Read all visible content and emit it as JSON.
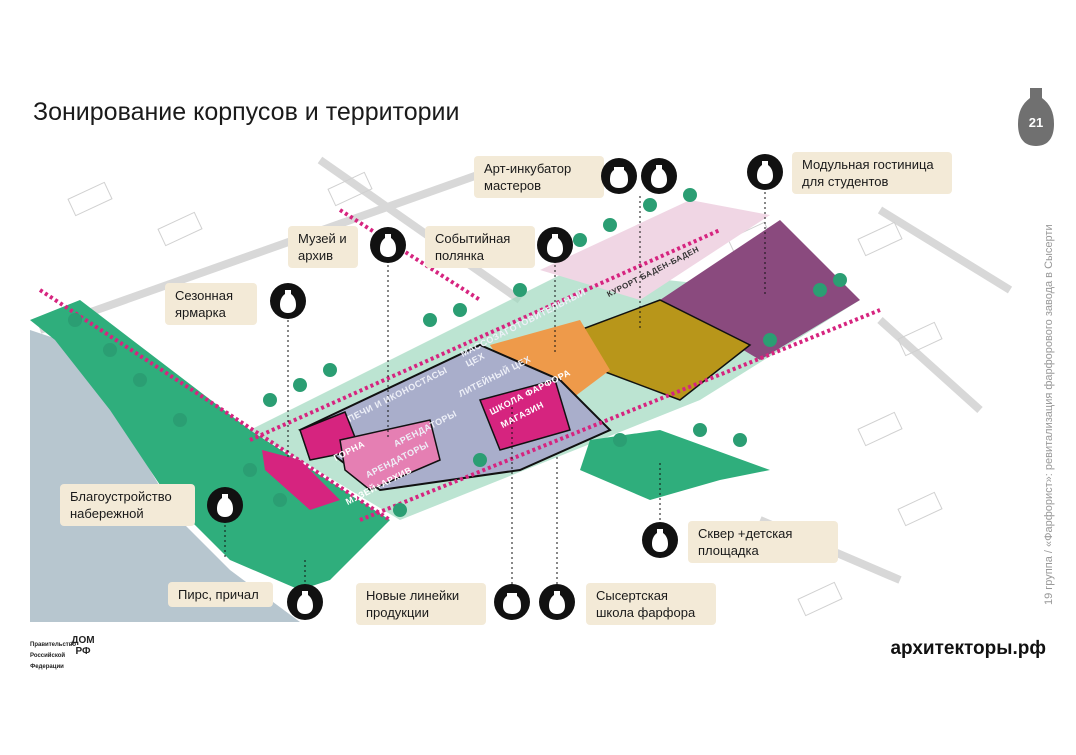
{
  "title": "Зонирование корпусов и территории",
  "page_number": "21",
  "side_caption": "19 группа / «Фарфорист»: ревитализация фарфорового завода в Сысерти",
  "website": "архитекторы.рф",
  "logos": {
    "gov": "Правительство Российской Федерации",
    "dom": "ДОМ РФ"
  },
  "callouts": {
    "art": "Арт-инкубатор мастеров",
    "hotel": "Модульная гостиница для студентов",
    "museum": "Музей и архив",
    "glade": "Событийная полянка",
    "fair": "Сезонная ярмарка",
    "embankment": "Благоустройство набережной",
    "square": "Сквер +детская площадка",
    "pier": "Пирс, причал",
    "lines": "Новые линейки продукции",
    "school": "Сысертская школа фарфора"
  },
  "buildings": {
    "gorna": "ГОРНА",
    "museum": "МУЗЕЙ+АРХИВ",
    "kilns": "ПЕЧИ И ИКОНОСТАСЫ",
    "tenants1": "АРЕНДАТОРЫ",
    "tenants2": "АРЕНДАТОРЫ",
    "foundry": "ЛИТЕЙНЫЙ ЦЕХ",
    "mass": "МАССОЗАГОТОВИТЕЛЬНЫЙ ЦЕХ",
    "school": "ШКОЛА ФАРФОРА",
    "shop": "МАГАЗИН",
    "resort": "КУРОРТ БАДЕН-БАДЕН"
  },
  "colors": {
    "green": "#2fae7c",
    "pink": "#d6247f",
    "purple": "#8a4a7e",
    "orange": "#ee9a4a",
    "olive": "#b8961a",
    "grey_building": "#a9aecb",
    "water": "#b7c6cf"
  }
}
